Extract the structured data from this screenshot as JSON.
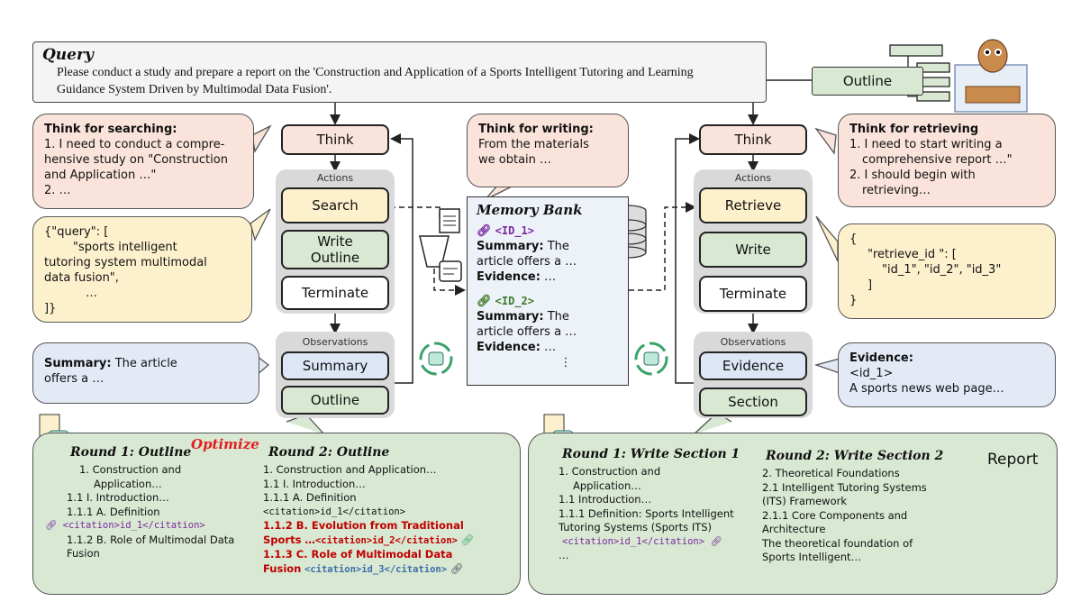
{
  "query": {
    "title": "Query",
    "text": "Please conduct a study and prepare a report on the 'Construction and Application of a Sports Intelligent Tutoring and Learning Guidance System Driven by Multimodal Data Fusion'."
  },
  "outline_label": "Outline",
  "left_agent": {
    "think": "Think",
    "actions_label": "Actions",
    "search": "Search",
    "write_outline": "Write Outline",
    "terminate": "Terminate",
    "observations_label": "Observations",
    "summary": "Summary",
    "outline": "Outline"
  },
  "right_agent": {
    "think": "Think",
    "actions_label": "Actions",
    "retrieve": "Retrieve",
    "write": "Write",
    "terminate": "Terminate",
    "observations_label": "Observations",
    "evidence": "Evidence",
    "section": "Section"
  },
  "bubbles": {
    "think_search_title": "Think for searching:",
    "think_search_l1": "1. I need to conduct a compre-",
    "think_search_l2": "hensive study on \"Construction",
    "think_search_l3": "and Application …\"",
    "think_search_l4": "2. …",
    "search_query_l1": "{\"query\": [",
    "search_query_l2": "\"sports intelligent",
    "search_query_l3": "tutoring system multimodal",
    "search_query_l4": "data fusion\",",
    "search_query_l5": "…",
    "search_query_l6": "]}",
    "summary_label": "Summary:",
    "summary_text_1": "The article",
    "summary_text_2": "offers a …",
    "think_write_title": "Think for writing:",
    "think_write_l1": "From the materials",
    "think_write_l2": "we obtain …",
    "think_retrieve_title": "Think for retrieving",
    "think_retrieve_l1": "1. I need to start writing a",
    "think_retrieve_l2": "comprehensive report …\"",
    "think_retrieve_l3": "2. I should begin with",
    "think_retrieve_l4": "retrieving…",
    "retrieve_json_l1": "{",
    "retrieve_json_l2": "\"retrieve_id \": [",
    "retrieve_json_l3": "\"id_1\", \"id_2\", \"id_3\"",
    "retrieve_json_l4": "]",
    "retrieve_json_l5": "}",
    "evidence_title": "Evidence:",
    "evidence_l1": "<id_1>",
    "evidence_l2": "A sports news web page…"
  },
  "memory_bank": {
    "title": "Memory Bank",
    "id1": "<ID_1>",
    "id2": "<ID_2>",
    "summary_label": "Summary:",
    "summary_text_a": "The",
    "summary_text_b": "article offers a …",
    "evidence_label": "Evidence:",
    "evidence_text": "…",
    "dots": "⋮"
  },
  "bottom_left": {
    "round1_title": "Round 1: Outline",
    "round1_lines": [
      "1. Construction and",
      "Application…",
      "1.1 I. Introduction…",
      "1.1.1 A. Definition"
    ],
    "round1_citation": "<citation>id_1</citation>",
    "round1_lines2": [
      "1.1.2 B. Role of Multimodal Data",
      "Fusion"
    ],
    "optimize": "Optimize",
    "round2_title": "Round 2: Outline",
    "round2_lines": [
      "1. Construction and Application…",
      "1.1 I. Introduction…",
      "1.1.1 A. Definition"
    ],
    "round2_citation": "<citation>id_1</citation>",
    "round2_red1": "1.1.2 B. Evolution from Traditional",
    "round2_red2": "Sports …",
    "round2_cit2": "<citation>id_2</citation>",
    "round2_red3": "1.1.3 C. Role of Multimodal Data",
    "round2_red4": "Fusion",
    "round2_cit3": "<citation>id_3</citation>"
  },
  "bottom_right": {
    "round1_title": "Round 1: Write Section 1",
    "round1_lines": [
      "1. Construction and",
      "Application…",
      "1.1 Introduction…",
      "1.1.1 Definition: Sports Intelligent",
      "Tutoring Systems (Sports ITS)"
    ],
    "round1_citation": "<citation>id_1</citation>",
    "round1_end": "…",
    "round2_title": "Round 2: Write Section 2",
    "round2_lines": [
      "2. Theoretical Foundations",
      "2.1 Intelligent Tutoring Systems",
      "(ITS) Framework",
      "2.1.1 Core Components and",
      "Architecture",
      "The theoretical foundation of",
      "Sports Intelligent…"
    ],
    "report_label": "Report"
  },
  "colors": {
    "pink": "#fae3da",
    "yellow": "#fdf1cd",
    "green": "#d8e8d2",
    "blue": "#dde6f5",
    "citation_purple": "#7a2aa0",
    "red": "#c00000"
  },
  "icons": [
    "person-chat-icon",
    "brain-icon",
    "magnifier-robot-icon",
    "pen-paper-icon",
    "database-icon",
    "robot-cycle-icon",
    "clipboard-icon",
    "report-icon",
    "meerkat-icon",
    "link-icon"
  ]
}
